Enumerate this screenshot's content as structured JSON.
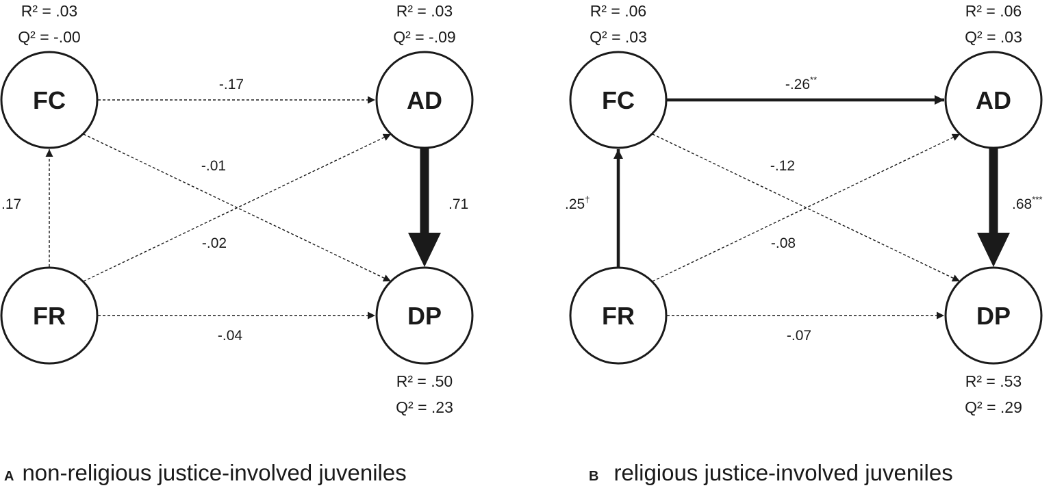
{
  "panels": [
    {
      "letter": "A",
      "caption": "non-religious justice-involved juveniles",
      "nodes": {
        "fc": "FC",
        "ad": "AD",
        "fr": "FR",
        "dp": "DP"
      },
      "stats": {
        "fc_r2": "R² = .03",
        "fc_q2": "Q² = -.00",
        "ad_r2": "R² = .03",
        "ad_q2": "Q² = -.09",
        "dp_r2": "R² = .50",
        "dp_q2": "Q² = .23"
      },
      "paths": {
        "fc_ad": {
          "value": "-.17",
          "sig": ""
        },
        "fc_dp": {
          "value": "-.01",
          "sig": ""
        },
        "fr_ad": {
          "value": "-.02",
          "sig": ""
        },
        "fr_dp": {
          "value": "-.04",
          "sig": ""
        },
        "fr_fc": {
          "value": ".17",
          "sig": ""
        },
        "ad_dp": {
          "value": ".71",
          "sig": ""
        }
      }
    },
    {
      "letter": "B",
      "caption": "religious justice-involved juveniles",
      "nodes": {
        "fc": "FC",
        "ad": "AD",
        "fr": "FR",
        "dp": "DP"
      },
      "stats": {
        "fc_r2": "R² = .06",
        "fc_q2": "Q² = .03",
        "ad_r2": "R² = .06",
        "ad_q2": "Q² = .03",
        "dp_r2": "R² = .53",
        "dp_q2": "Q² = .29"
      },
      "paths": {
        "fc_ad": {
          "value": "-.26",
          "sig": "**"
        },
        "fc_dp": {
          "value": "-.12",
          "sig": ""
        },
        "fr_ad": {
          "value": "-.08",
          "sig": ""
        },
        "fr_dp": {
          "value": "-.07",
          "sig": ""
        },
        "fr_fc": {
          "value": ".25",
          "sig": "†"
        },
        "ad_dp": {
          "value": ".68",
          "sig": "***"
        }
      }
    }
  ]
}
